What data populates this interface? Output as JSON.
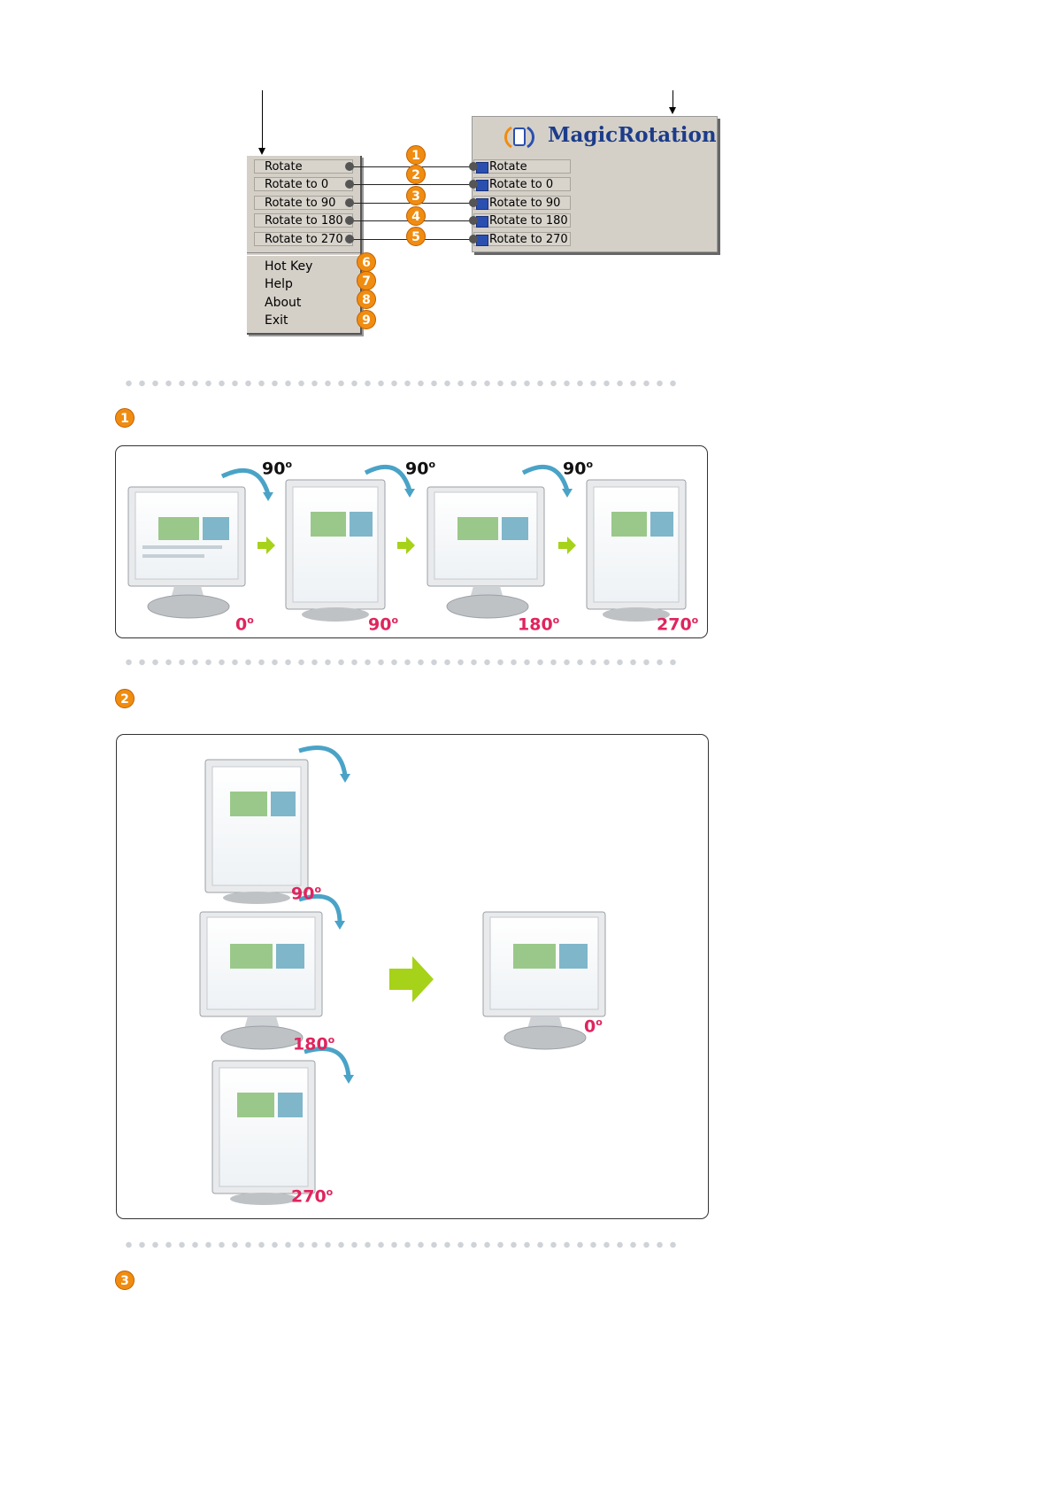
{
  "context_menu": {
    "rotate_items": [
      "Rotate",
      "Rotate to 0",
      "Rotate to 90",
      "Rotate to 180",
      "Rotate to 270"
    ],
    "other_items": [
      "Hot Key",
      "Help",
      "About",
      "Exit"
    ]
  },
  "magic_rotation": {
    "title": "MagicRotation",
    "buttons": [
      "Rotate",
      "Rotate to 0",
      "Rotate to 90",
      "Rotate to 180",
      "Rotate to 270"
    ]
  },
  "callouts": [
    "1",
    "2",
    "3",
    "4",
    "5",
    "6",
    "7",
    "8",
    "9"
  ],
  "section1": {
    "number": "1",
    "step_angle": "90",
    "degree_labels": [
      "0",
      "90",
      "180",
      "270"
    ]
  },
  "section2": {
    "number": "2",
    "degree_labels": [
      "90",
      "180",
      "270",
      "0"
    ]
  },
  "section3": {
    "number": "3"
  },
  "colors": {
    "orange_badge": "#f08c10",
    "magenta_label": "#e0245e",
    "green_arrow": "#a6d21a",
    "blue_arrow": "#4aa3c7"
  }
}
